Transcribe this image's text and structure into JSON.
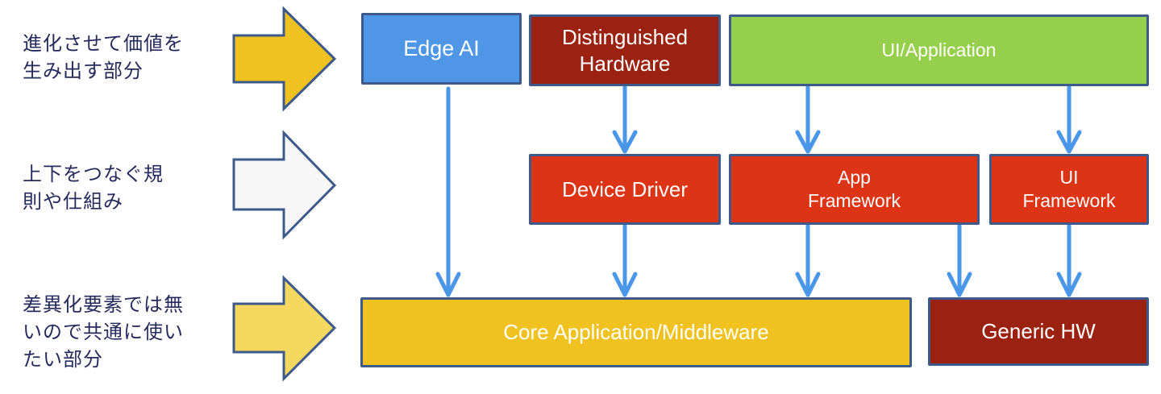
{
  "colors": {
    "edge_ai": "#4f97e6",
    "distinguished": "#9b2210",
    "ui_app": "#96cf4b",
    "mid_red": "#dc3414",
    "core": "#efc220",
    "generic": "#9b2210",
    "border": "#3d5a8a",
    "arrow_line": "#4a96e8",
    "label_text": "#262b5e",
    "big_arrow_top": "#efc220",
    "big_arrow_mid": "#f7f7f7",
    "big_arrow_bottom": "#f5d860"
  },
  "labels": {
    "differentiating": [
      "進化させて価値を",
      "生み出す部分"
    ],
    "connecting": [
      "上下をつなぐ規",
      "則や仕組み"
    ],
    "common": [
      "差異化要素では無",
      "いので共通に使い",
      "たい部分"
    ]
  },
  "boxes": {
    "edge_ai": [
      "Edge AI"
    ],
    "distinguished_hw": [
      "Distinguished",
      "Hardware"
    ],
    "ui_application": [
      "UI/Application"
    ],
    "device_driver": [
      "Device Driver"
    ],
    "app_framework": [
      "App",
      "Framework"
    ],
    "ui_framework": [
      "UI",
      "Framework"
    ],
    "core_app": [
      "Core Application/Middleware"
    ],
    "generic_hw": [
      "Generic HW"
    ]
  },
  "connections": [
    {
      "from": "Edge AI",
      "to": "Core Application/Middleware"
    },
    {
      "from": "Distinguished Hardware",
      "to": "Device Driver"
    },
    {
      "from": "UI/Application",
      "to": "App Framework"
    },
    {
      "from": "UI/Application",
      "to": "UI Framework"
    },
    {
      "from": "Device Driver",
      "to": "Core Application/Middleware"
    },
    {
      "from": "App Framework",
      "to": "Core Application/Middleware"
    },
    {
      "from": "App Framework",
      "to": "Generic HW"
    },
    {
      "from": "UI Framework",
      "to": "Generic HW"
    }
  ]
}
